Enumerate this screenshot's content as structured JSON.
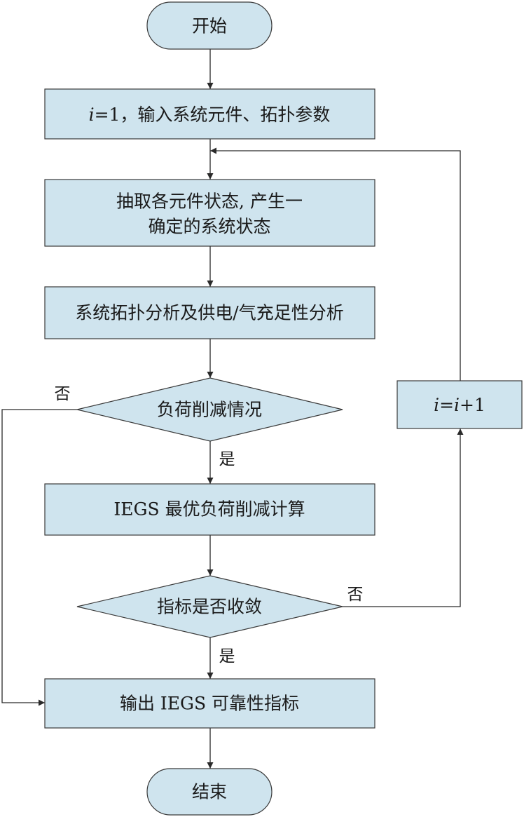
{
  "nodes": {
    "start": "开始",
    "init": {
      "var": "i",
      "rest": "=1，输入系统元件、拓扑参数"
    },
    "sample": {
      "line1": "抽取各元件状态, 产生一",
      "line2": "确定的系统状态"
    },
    "analysis": "系统拓扑分析及供电/气充足性分析",
    "load_shed_check": "负荷削减情况",
    "optimal_calc": "IEGS 最优负荷削减计算",
    "converge_check": "指标是否收敛",
    "output": "输出 IEGS 可靠性指标",
    "increment": {
      "v1": "i",
      "mid": "=",
      "v2": "i",
      "tail": "+1"
    },
    "end": "结束"
  },
  "edge_labels": {
    "shed_no": "否",
    "shed_yes": "是",
    "converge_no": "否",
    "converge_yes": "是"
  },
  "colors": {
    "node_fill": "#cfe4ee",
    "stroke": "#2a2a2a"
  }
}
